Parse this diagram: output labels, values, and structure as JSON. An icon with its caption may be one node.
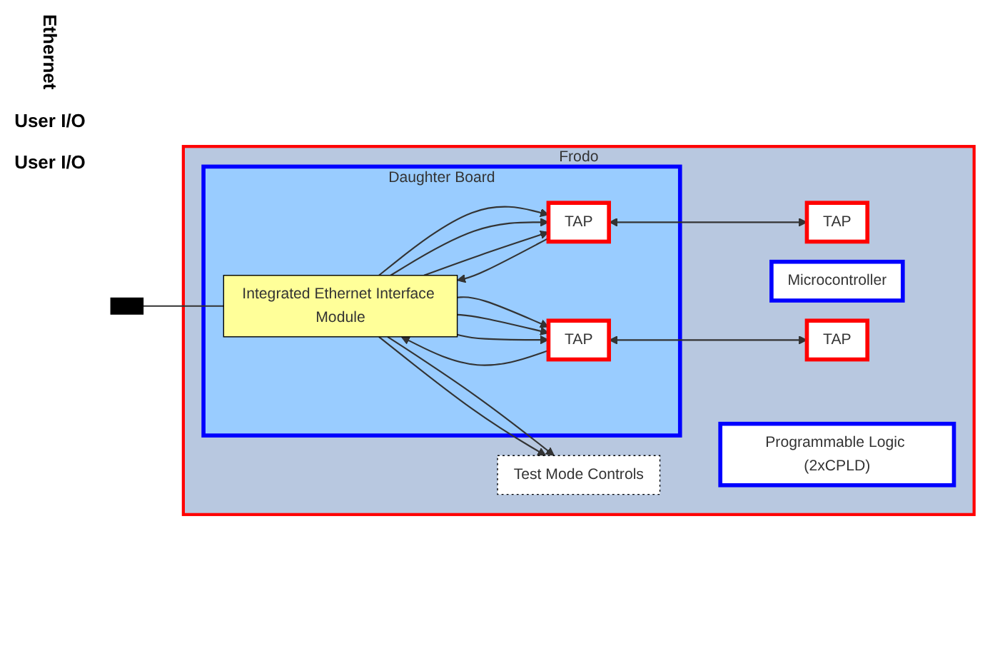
{
  "diagram": {
    "nodes": [
      {
        "text": [
          "Frodo"
        ]
      },
      {
        "text": [
          "Daughter Board"
        ],
        "in": 0
      },
      {
        "text": [
          "Integrated Ethernet Interface Module"
        ],
        "in": 1
      },
      {
        "text": [
          "TAP"
        ],
        "in": 1
      },
      {
        "text": [
          "TAP"
        ],
        "in": 1
      },
      {
        "text": [
          "TAP"
        ],
        "in": 0
      },
      {
        "text": [
          "Microcontroller"
        ],
        "in": 0
      },
      {
        "text": [
          "TAP"
        ],
        "in": 0
      },
      {
        "text": [
          "Programmable Logic (2xCPLD)"
        ],
        "in": 0
      },
      {
        "text": [
          "Test Mode Controls"
        ],
        "in": 0
      },
      {
        "text": [],
        "shape": "box"
      }
    ],
    "edges": [
      {
        "from": 10,
        "to": 2,
        "arrow": "none"
      },
      {
        "from": 2,
        "to": 3,
        "arrow": "to"
      },
      {
        "from": 2,
        "to": 3,
        "arrow": "to"
      },
      {
        "from": 2,
        "to": 3,
        "arrow": "to"
      },
      {
        "from": 3,
        "to": 2,
        "arrow": "to"
      },
      {
        "from": 2,
        "to": 4,
        "arrow": "to"
      },
      {
        "from": 2,
        "to": 4,
        "arrow": "to"
      },
      {
        "from": 2,
        "to": 4,
        "arrow": "to"
      },
      {
        "from": 4,
        "to": 2,
        "arrow": "to"
      },
      {
        "from": 3,
        "to": 5,
        "arrow": "both"
      },
      {
        "from": 4,
        "to": 7,
        "arrow": "both"
      },
      {
        "from": 2,
        "to": 9,
        "arrow": "to"
      },
      {
        "from": 2,
        "to": 9,
        "arrow": "to"
      }
    ],
    "labels": [
      "Ethernet",
      "User I/O",
      "User I/O"
    ]
  }
}
